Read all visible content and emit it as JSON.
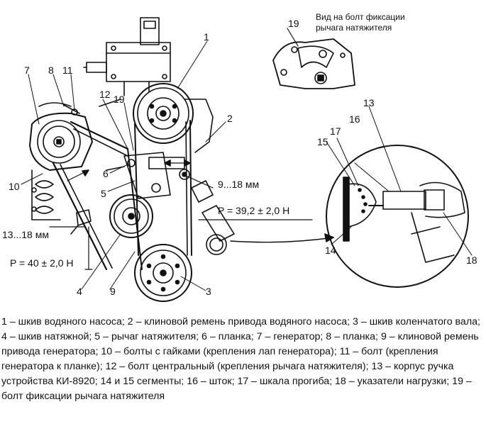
{
  "diagram": {
    "callouts": [
      "1",
      "2",
      "3",
      "4",
      "5",
      "6",
      "7",
      "8",
      "9",
      "10",
      "11",
      "12",
      "13",
      "14",
      "15",
      "16",
      "17",
      "18",
      "19",
      "19"
    ],
    "inset_title_line1": "Вид на болт фиксации",
    "inset_title_line2": "рычага натяжителя",
    "dim_water_pump": "9...18 мм",
    "dim_generator": "13...18 мм",
    "force_water_pump": "P = 39,2 ± 2,0 Н",
    "force_generator": "P = 40 ± 2,0 Н"
  },
  "caption": {
    "text": "1 – шкив водяного насоса; 2 – клиновой ремень привода водяного насоса; 3 – шкив коленчатого вала; 4 – шкив натяжной; 5 – рычаг натяжителя; 6 – планка; 7 – генератор; 8 – планка; 9 – клиновой ремень привода генератора; 10 – болты с гайками (крепления лап генератора); 11 – болт (крепления генератора к планке); 12 – болт центральный (крепления рычага натяжителя); 13 – корпус ручка устройства КИ-8920; 14 и 15 сегменты; 16 – шток; 17 – шкала прогиба; 18 – указатели нагрузки; 19 – болт фиксации рычага натяжителя"
  }
}
